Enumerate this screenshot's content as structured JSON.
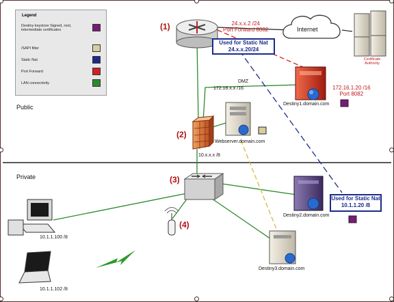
{
  "legend": {
    "title": "Legend",
    "items": [
      {
        "label": "Destiny keystore Signed, root, intermediate certificates",
        "color": "#7a1a7a"
      },
      {
        "label": "/SAPI filter",
        "color": "#d8cda0"
      },
      {
        "label": "Static Nat",
        "color": "#1a2a8a"
      },
      {
        "label": "Port Forward",
        "color": "#d42020"
      },
      {
        "label": "LAN connectivity",
        "color": "#2a8a2a"
      }
    ]
  },
  "zones": {
    "public": "Public",
    "private": "Private"
  },
  "markers": {
    "m1": "(1)",
    "m2": "(2)",
    "m3": "(3)",
    "m4": "(4)"
  },
  "router": {
    "ip": "24.x.x.2 /24",
    "port_forward": "Port Forward 8082"
  },
  "static_nat_public": {
    "line1": "Used for Static Nat",
    "line2": "24.x.x.20/24"
  },
  "internet": {
    "label": "Internet"
  },
  "cert_authority": {
    "label": "Certificate Authority"
  },
  "dmz": {
    "label": "DMZ",
    "subnet": "172.16.x.x /16"
  },
  "destiny1": {
    "label": "Destiny1.domain.com",
    "ip": "172.16.1.20 /16",
    "port": "Port 8082"
  },
  "webserver": {
    "label": "Webserver.domain.com"
  },
  "firewall": {
    "subnet": "10.x.x.x /8"
  },
  "static_nat_private": {
    "line1": "Used for Static Nat",
    "line2": "10.1.1.20 /8"
  },
  "destiny2": {
    "label": "Destiny2.domain.com"
  },
  "destiny3": {
    "label": "Destiny3.domain.com"
  },
  "desktop": {
    "ip": "10.1.1.100 /8"
  },
  "laptop": {
    "ip": "10.1.1.102 /8"
  },
  "colors": {
    "port_forward": "#d42020",
    "static_nat": "#1a2a8a",
    "lan": "#2a8a2a",
    "isapi": "#d8b840",
    "keystore": "#7a1a7a"
  }
}
